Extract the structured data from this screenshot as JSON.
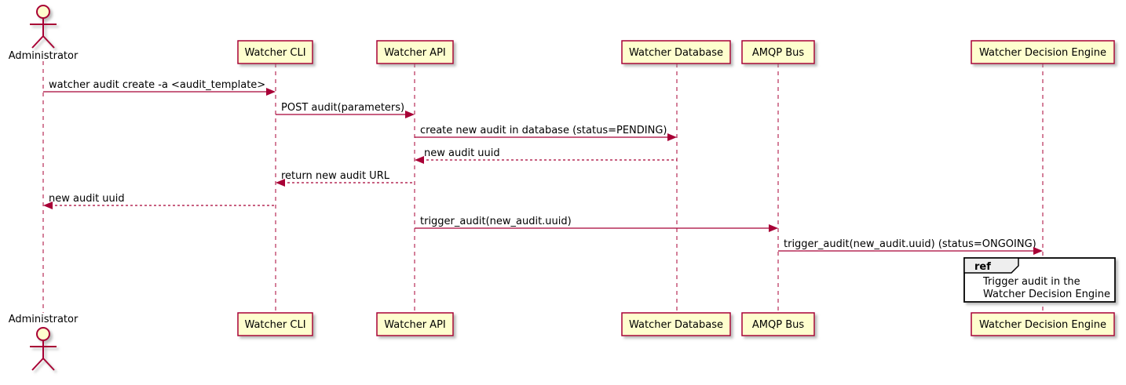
{
  "diagram": {
    "type": "uml-sequence-diagram",
    "actor": {
      "name": "Administrator"
    },
    "participants": [
      {
        "name": "Watcher CLI"
      },
      {
        "name": "Watcher API"
      },
      {
        "name": "Watcher Database"
      },
      {
        "name": "AMQP Bus"
      },
      {
        "name": "Watcher Decision Engine"
      }
    ],
    "messages": [
      {
        "from": "Administrator",
        "to": "Watcher CLI",
        "label": "watcher audit create -a <audit_template>",
        "style": "solid"
      },
      {
        "from": "Watcher CLI",
        "to": "Watcher API",
        "label": "POST audit(parameters)",
        "style": "solid"
      },
      {
        "from": "Watcher API",
        "to": "Watcher Database",
        "label": "create new audit in database (status=PENDING)",
        "style": "solid"
      },
      {
        "from": "Watcher Database",
        "to": "Watcher API",
        "label": "new audit uuid",
        "style": "dashed"
      },
      {
        "from": "Watcher API",
        "to": "Watcher CLI",
        "label": "return new audit URL",
        "style": "dashed"
      },
      {
        "from": "Watcher CLI",
        "to": "Administrator",
        "label": "new audit uuid",
        "style": "dashed"
      },
      {
        "from": "Watcher API",
        "to": "AMQP Bus",
        "label": "trigger_audit(new_audit.uuid)",
        "style": "solid"
      },
      {
        "from": "AMQP Bus",
        "to": "Watcher Decision Engine",
        "label": "trigger_audit(new_audit.uuid) (status=ONGOING)",
        "style": "solid"
      }
    ],
    "ref": {
      "keyword": "ref",
      "over": "Watcher Decision Engine",
      "lines": [
        "Trigger audit in the",
        "Watcher Decision Engine"
      ]
    },
    "colors": {
      "participant_fill": "#FEFECE",
      "line": "#A80036",
      "text": "#000000",
      "ref_fill": "#FFFFFF",
      "ref_label_fill": "#EEEEEE",
      "ref_border": "#000000",
      "background": "#FFFFFF"
    }
  }
}
